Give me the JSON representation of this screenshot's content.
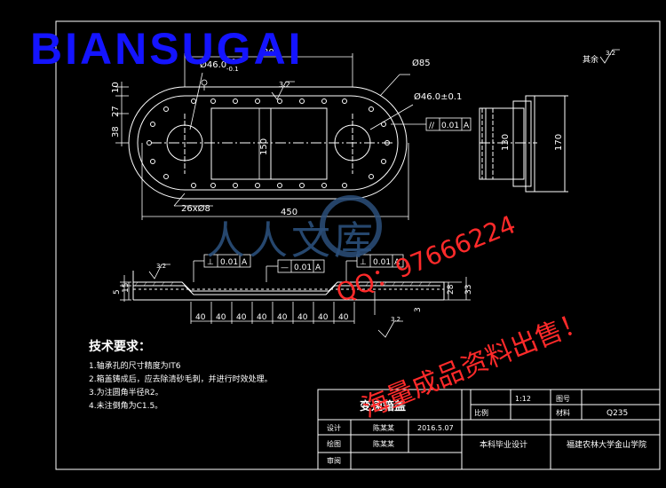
{
  "watermarks": {
    "brand": "BIANSUGAI",
    "qq": "QQ：97666224",
    "sale": "海量成品资料出售！",
    "site_logo": "人人文库"
  },
  "dimensions": {
    "d300": "300",
    "d46a": "Ø46.0",
    "tol_plus": "+0.1",
    "tol_minus": "-0.1",
    "d85": "Ø85",
    "d46b": "Ø46.0±0.1",
    "d10": "10",
    "d27": "27",
    "d38": "38",
    "d150": "150",
    "d130": "130",
    "d170": "170",
    "holes": "26xØ8",
    "d450": "450",
    "d5": "5",
    "d15": "15",
    "d28": "28",
    "d33": "33",
    "d3": "3",
    "d40": "40",
    "rough": "3.2"
  },
  "tolerance_frames": {
    "parallel": {
      "symbol": "//",
      "value": "0.01",
      "datum": "A"
    },
    "perp": {
      "symbol": "⊥",
      "value": "0.01",
      "datum": "A"
    },
    "flat": {
      "symbol": "—",
      "value": "0.01",
      "datum": "A"
    }
  },
  "remaining_mark": "其余",
  "tech_requirements": {
    "title": "技术要求：",
    "items": [
      "1.轴承孔的尺寸精度为IT6",
      "2.箱盖铸成后，应去除清砂毛刺，并进行时效处理。",
      "3.为注圆角半径R2。",
      "4.未注倒角为C1.5。"
    ]
  },
  "title_block": {
    "part_name": "变速箱盖",
    "scale_label": "比例",
    "scale": "1:12",
    "drawing_no_label": "图号",
    "material_label": "材料",
    "material": "Q235",
    "design_label": "设计",
    "designer": "陈某某",
    "date": "2016.5.07",
    "draw_label": "绘图",
    "drawer": "陈某某",
    "check_label": "审阅",
    "project": "本科毕业设计",
    "school": "福建农林大学金山学院"
  }
}
